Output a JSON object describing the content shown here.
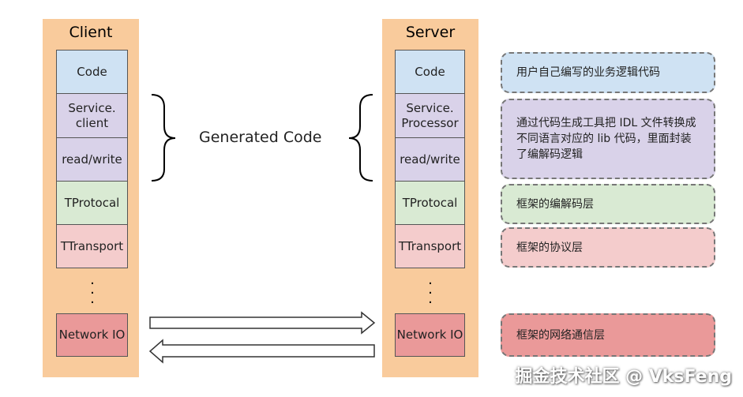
{
  "client": {
    "title": "Client",
    "layers": [
      "Code",
      "Service.\nclient",
      "read/write",
      "TProtocal",
      "TTransport"
    ],
    "network": "Network IO"
  },
  "server": {
    "title": "Server",
    "layers": [
      "Code",
      "Service.\nProcessor",
      "read/write",
      "TProtocal",
      "TTransport"
    ],
    "network": "Network IO"
  },
  "generated_label": "Generated Code",
  "notes": [
    "用户自己编写的业务逻辑代码",
    "通过代码生成工具把 IDL 文件转换成不同语言对应的 lib 代码，里面封装了编解码逻辑",
    "框架的编解码层",
    "框架的协议层",
    "框架的网络通信层"
  ],
  "watermark": "掘金技术社区 @ VksFeng",
  "colors": {
    "column": "#f9cb9c",
    "code": "#cfe2f3",
    "service": "#d9d2e9",
    "protocol": "#d9ead3",
    "transport": "#f4cccc",
    "network": "#ea9999"
  }
}
